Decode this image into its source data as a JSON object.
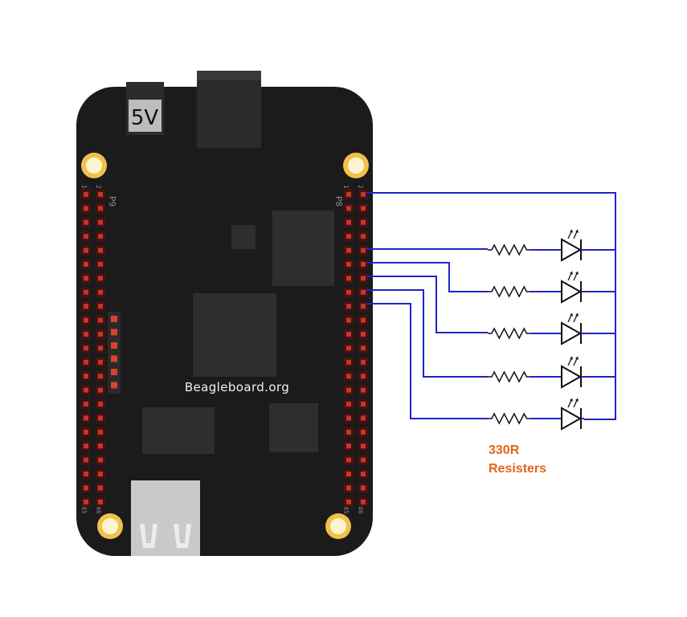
{
  "board": {
    "power_label": "5V",
    "brand_label": "Beagleboard.org",
    "left_header": {
      "name": "P9",
      "first_pins": [
        "1",
        "2"
      ],
      "last_pins": [
        "45",
        "46"
      ]
    },
    "right_header": {
      "name": "P8",
      "first_pins": [
        "1",
        "2"
      ],
      "last_pins": [
        "45",
        "46"
      ]
    }
  },
  "circuit": {
    "resistor_label_line1": "330R",
    "resistor_label_line2": "Resisters",
    "channel_count": 5,
    "colors": {
      "wire": "#2222cc",
      "board": "#1b1b1b",
      "label": "#e2651c"
    }
  }
}
